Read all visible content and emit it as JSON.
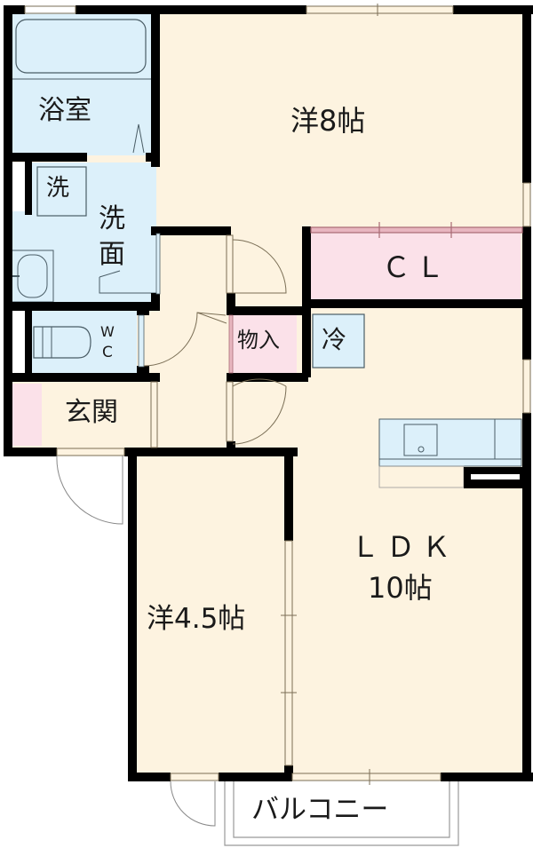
{
  "colors": {
    "wall": "#000000",
    "room_floor": "#fdf3e0",
    "wet_area": "#dcf0fa",
    "storage": "#fbe1e9",
    "outside": "#ffffff",
    "fixture_stroke": "#4a5d66",
    "door_arc": "#6b6b6b"
  },
  "rooms": {
    "bath": {
      "label": "浴室"
    },
    "western_8": {
      "label": "洋8帖"
    },
    "washer_pan": {
      "label": "洗"
    },
    "washroom": {
      "label_line1": "洗",
      "label_line2": "面"
    },
    "closet": {
      "label": "ＣＬ"
    },
    "storage": {
      "label": "物入"
    },
    "fridge": {
      "label": "冷"
    },
    "wc": {
      "label_line1": "W",
      "label_line2": "C"
    },
    "entrance": {
      "label": "玄関"
    },
    "ldk": {
      "label_line1": "ＬＤＫ",
      "label_line2": "10帖"
    },
    "western_45": {
      "label": "洋4.5帖"
    },
    "balcony": {
      "label": "バルコニー"
    }
  }
}
